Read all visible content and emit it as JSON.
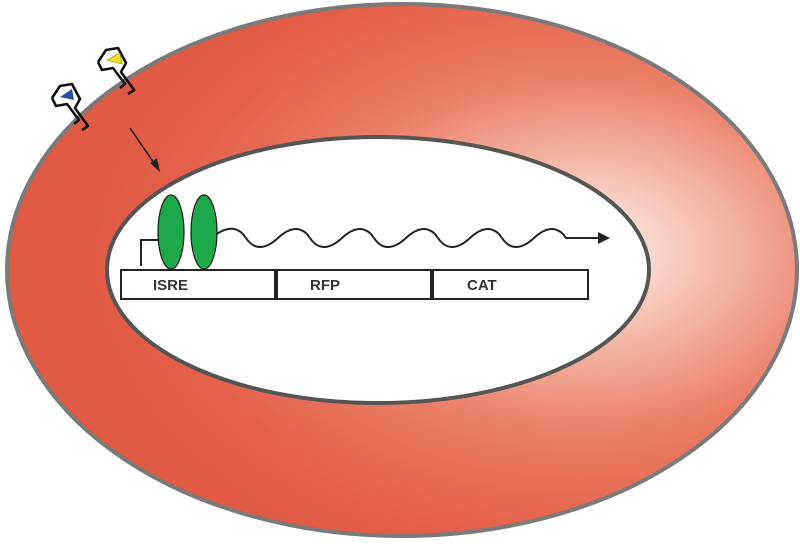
{
  "diagram": {
    "segments": [
      {
        "label": "ISRE"
      },
      {
        "label": "RFP"
      },
      {
        "label": "CAT"
      }
    ],
    "colors": {
      "cell_red": "#e4604a",
      "cell_highlight": "#fbe4dc",
      "cell_border": "#7a7a7a",
      "nucleus_fill": "#ffffff",
      "nucleus_border": "#555555",
      "transcription_factor_green": "#1fa84a",
      "ligand_blue": "#2a4fa0",
      "ligand_yellow": "#f2e21a"
    },
    "icons": [
      "receptor-icon",
      "ligand-triangle-icon",
      "transcription-factor-icon",
      "mrna-wave-icon",
      "arrow-icon",
      "promoter-arrow-icon"
    ]
  }
}
